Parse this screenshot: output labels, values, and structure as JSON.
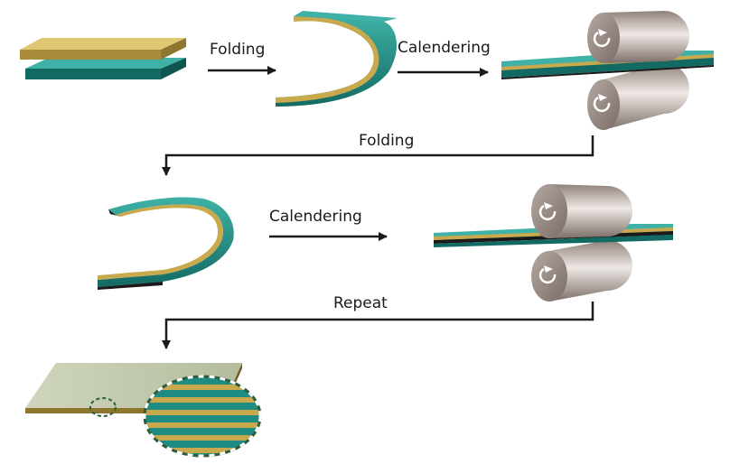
{
  "labels": {
    "folding_1": "Folding",
    "calendering_1": "Calendering",
    "folding_2": "Folding",
    "calendering_2": "Calendering",
    "repeat": "Repeat"
  },
  "colors": {
    "teal": "#1f8c84",
    "teal_dark": "#136a63",
    "gold": "#c9a94e",
    "gold_dark": "#8e7530",
    "brown": "#5a3f1a",
    "roller": "#b9aea7",
    "arrow": "#1a1a1a",
    "zoom_border": "#2f5e3a"
  },
  "icons": {
    "roller_rotation": "counter-clockwise-arrow-icon",
    "zoom_marker": "magnifier-ellipse"
  }
}
